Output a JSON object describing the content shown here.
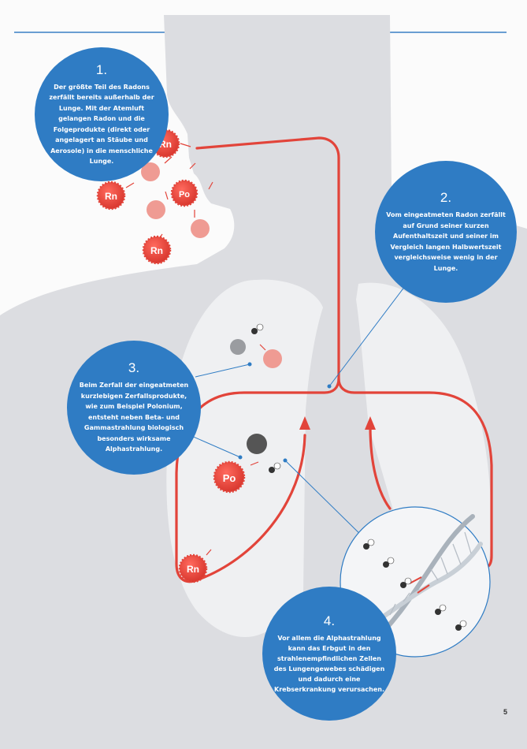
{
  "steps": [
    {
      "number": "1.",
      "text": "Der größte Teil des Radons zerfällt bereits außerhalb der Lunge. Mit der Atemluft gelangen Radon und die Folgeprodukte (direkt oder angelagert an Stäube und Aerosole) in die menschliche Lunge."
    },
    {
      "number": "2.",
      "text": "Vom eingeatmeten Radon zerfällt auf Grund seiner kurzen Aufenthaltszeit und seiner im Vergleich langen Halbwertszeit vergleichsweise wenig in der Lunge."
    },
    {
      "number": "3.",
      "text": "Beim Zerfall der eingeatmeten kurzlebigen Zerfallsprodukte, wie zum Beispiel Polonium, entsteht neben Beta- und Gammastrahlung biologisch besonders wirksame Alphastrahlung."
    },
    {
      "number": "4.",
      "text": "Vor allem die Alphastrahlung kann das Erbgut in den strahlenempfindlichen Zellen des Lungengewebes schädigen und dadurch eine Krebserkrankung verursachen."
    }
  ],
  "atom_labels": {
    "rn": "Rn",
    "po": "Po"
  },
  "page_number": "5",
  "colors": {
    "blue": "#2f7cc4",
    "red": "#e2443a",
    "pink": "#ef9b93",
    "body_grey": "#dcdde1",
    "lung": "#eff0f2"
  }
}
